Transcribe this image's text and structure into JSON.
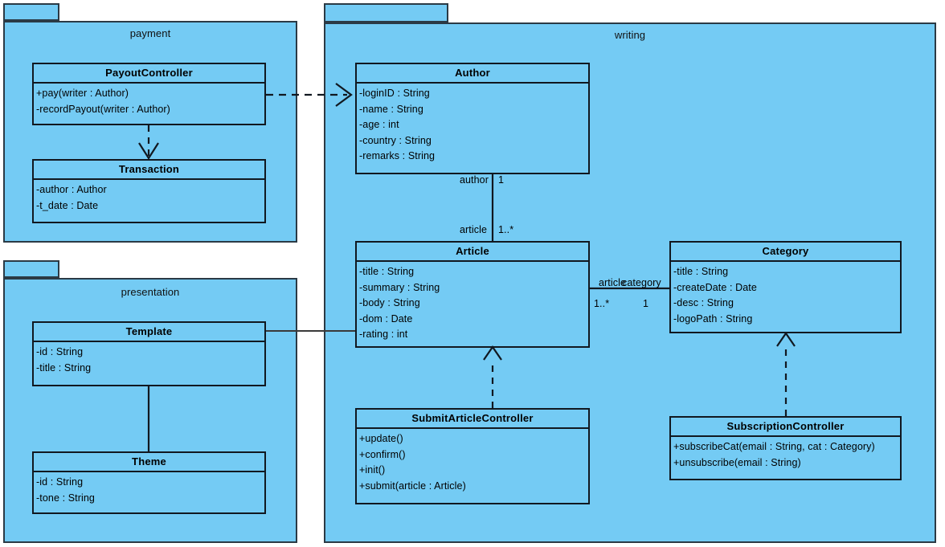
{
  "diagram": {
    "kind": "uml-class-diagram",
    "background": "#ffffff",
    "fill_color": "#74CBF4",
    "stroke_color": "#111820",
    "packages": [
      {
        "id": "payment",
        "name": "payment"
      },
      {
        "id": "presentation",
        "name": "presentation"
      },
      {
        "id": "writing",
        "name": "writing"
      }
    ]
  },
  "classes": {
    "payout_controller": {
      "name": "PayoutController",
      "members": [
        "+pay(writer : Author)",
        "-recordPayout(writer : Author)"
      ]
    },
    "transaction": {
      "name": "Transaction",
      "members": [
        "-author : Author",
        "-t_date : Date"
      ]
    },
    "template": {
      "name": "Template",
      "members": [
        "-id : String",
        "-title : String"
      ]
    },
    "theme": {
      "name": "Theme",
      "members": [
        "-id : String",
        "-tone : String"
      ]
    },
    "author": {
      "name": "Author",
      "members": [
        "-loginID : String",
        "-name : String",
        "-age : int",
        "-country : String",
        "-remarks : String"
      ]
    },
    "article": {
      "name": "Article",
      "members": [
        "-title : String",
        "-summary : String",
        "-body : String",
        "-dom : Date",
        "-rating : int"
      ]
    },
    "category": {
      "name": "Category",
      "members": [
        "-title : String",
        "-createDate : Date",
        "-desc : String",
        "-logoPath : String"
      ]
    },
    "submit_article_controller": {
      "name": "SubmitArticleController",
      "members": [
        "+update()",
        "+confirm()",
        "+init()",
        "+submit(article : Article)"
      ]
    },
    "subscription_controller": {
      "name": "SubscriptionController",
      "members": [
        "+subscribeCat(email : String, cat : Category)",
        "+unsubscribe(email : String)"
      ]
    }
  },
  "edge_labels": {
    "author_role": "author",
    "author_mult": "1",
    "article_role": "article",
    "article_mult": "1..*",
    "article_role2": "article",
    "category_role": "category",
    "article_mult2": "1..*",
    "category_mult": "1"
  }
}
